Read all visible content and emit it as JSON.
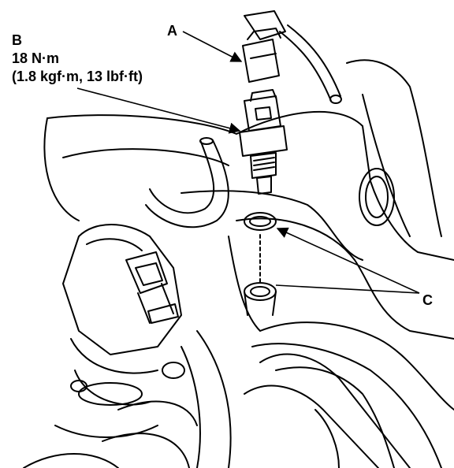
{
  "callouts": {
    "a": {
      "letter": "A"
    },
    "b": {
      "letter": "B",
      "torque": "18 N·m",
      "torque_alt": "(1.8 kgf·m, 13 lbf·ft)"
    },
    "c": {
      "letter": "C"
    }
  },
  "colors": {
    "ink": "#000000",
    "paper": "#ffffff"
  }
}
